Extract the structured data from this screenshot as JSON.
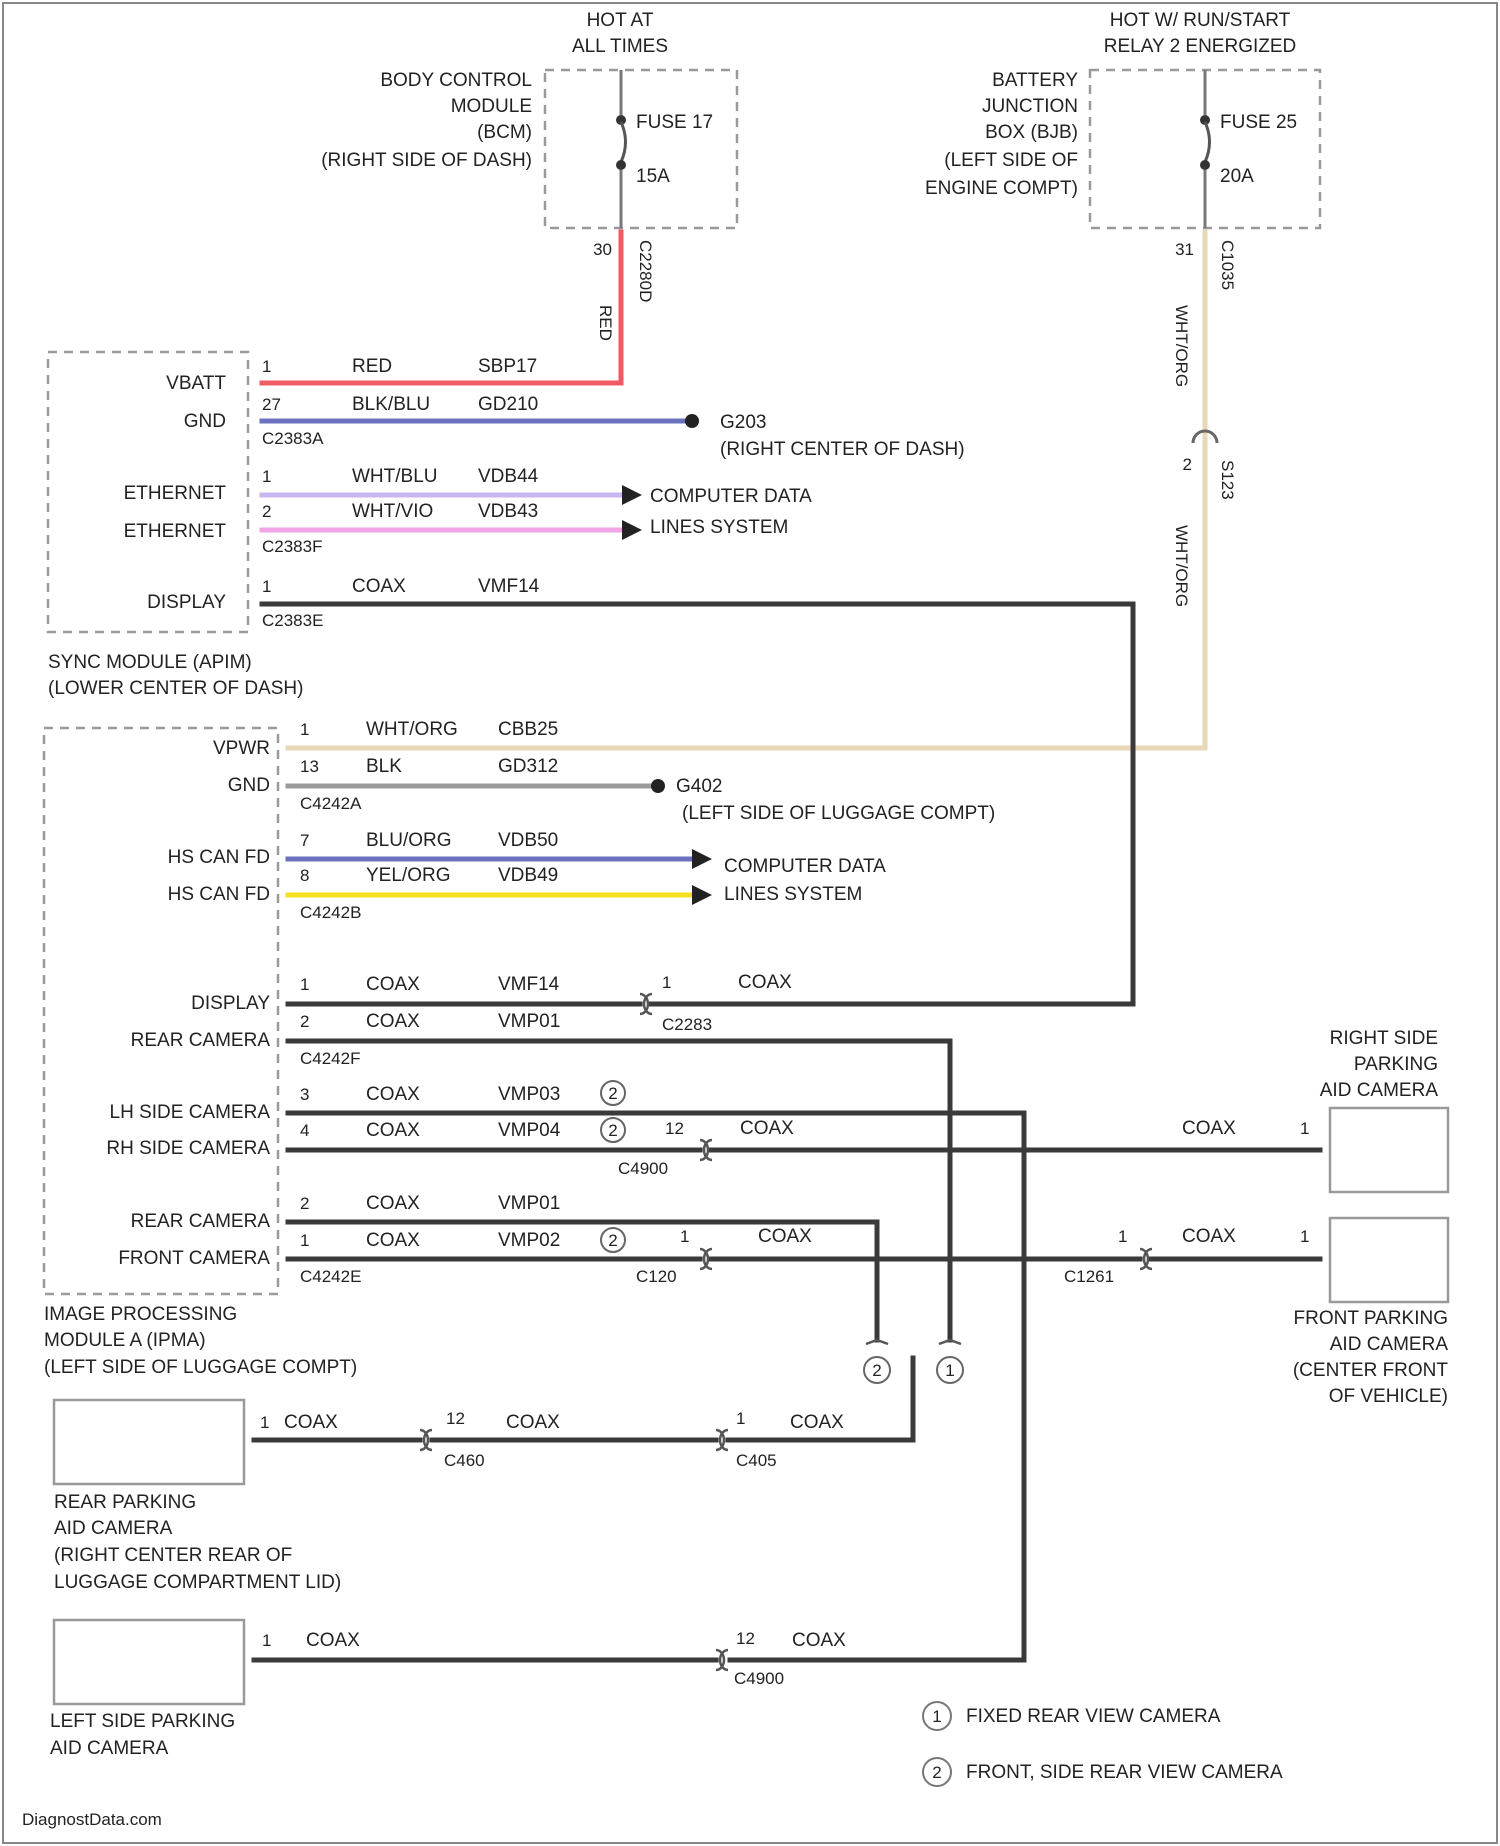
{
  "power": {
    "hot_at_all_times": [
      "HOT AT",
      "ALL TIMES"
    ],
    "hot_run_start": [
      "HOT W/ RUN/START",
      "RELAY 2 ENERGIZED"
    ],
    "bcm_label": [
      "BODY CONTROL",
      "MODULE",
      "(BCM)",
      "(RIGHT SIDE OF DASH)"
    ],
    "bjb_label": [
      "BATTERY",
      "JUNCTION",
      "BOX (BJB)",
      "(LEFT SIDE OF",
      "ENGINE COMPT)"
    ],
    "fuse17": {
      "name": "FUSE 17",
      "rating": "15A",
      "pin": "30",
      "connector": "C2280D",
      "color": "RED"
    },
    "fuse25": {
      "name": "FUSE 25",
      "rating": "20A",
      "pin": "31",
      "connector": "C1035",
      "color1": "WHT/ORG",
      "splice": "S123",
      "color2": "WHT/ORG"
    }
  },
  "sync": {
    "label": [
      "SYNC MODULE (APIM)",
      "(LOWER CENTER OF DASH)"
    ],
    "pins": [
      {
        "name": "VBATT",
        "pin": "1",
        "color": "RED",
        "circuit": "SBP17"
      },
      {
        "name": "GND",
        "pin": "27",
        "color": "BLK/BLU",
        "circuit": "GD210"
      },
      {
        "name": "ETHERNET",
        "pin": "1",
        "color": "WHT/BLU",
        "circuit": "VDB44"
      },
      {
        "name": "ETHERNET",
        "pin": "2",
        "color": "WHT/VIO",
        "circuit": "VDB43"
      },
      {
        "name": "DISPLAY",
        "pin": "1",
        "color": "COAX",
        "circuit": "VMF14"
      }
    ],
    "connectors": [
      "C2383A",
      "C2383F",
      "C2383E"
    ],
    "ground": {
      "name": "G203",
      "location": "(RIGHT CENTER OF DASH)"
    },
    "data_label": [
      "COMPUTER DATA",
      "LINES SYSTEM"
    ]
  },
  "ipma": {
    "label": [
      "IMAGE PROCESSING",
      "MODULE A (IPMA)",
      "(LEFT SIDE OF LUGGAGE COMPT)"
    ],
    "power_pins": [
      {
        "name": "VPWR",
        "pin": "1",
        "color": "WHT/ORG",
        "circuit": "CBB25"
      },
      {
        "name": "GND",
        "pin": "13",
        "color": "BLK",
        "circuit": "GD312"
      }
    ],
    "conn_a": "C4242A",
    "ground": {
      "name": "G402",
      "location": "(LEFT SIDE OF LUGGAGE COMPT)"
    },
    "can_pins": [
      {
        "name": "HS CAN FD",
        "pin": "7",
        "color": "BLU/ORG",
        "circuit": "VDB50"
      },
      {
        "name": "HS CAN FD",
        "pin": "8",
        "color": "YEL/ORG",
        "circuit": "VDB49"
      }
    ],
    "conn_b": "C4242B",
    "data_label": [
      "COMPUTER DATA",
      "LINES SYSTEM"
    ],
    "video_pins": [
      {
        "name": "DISPLAY",
        "pin": "1",
        "color": "COAX",
        "circuit": "VMF14",
        "note": ""
      },
      {
        "name": "REAR CAMERA",
        "pin": "2",
        "color": "COAX",
        "circuit": "VMP01",
        "note": ""
      },
      {
        "name": "LH SIDE CAMERA",
        "pin": "3",
        "color": "COAX",
        "circuit": "VMP03",
        "note": "2"
      },
      {
        "name": "RH SIDE CAMERA",
        "pin": "4",
        "color": "COAX",
        "circuit": "VMP04",
        "note": "2"
      },
      {
        "name": "REAR CAMERA",
        "pin": "2",
        "color": "COAX",
        "circuit": "VMP01",
        "note": ""
      },
      {
        "name": "FRONT CAMERA",
        "pin": "1",
        "color": "COAX",
        "circuit": "VMP02",
        "note": "2"
      }
    ],
    "conn_f": "C4242F",
    "conn_e": "C4242E"
  },
  "connectors": {
    "c2283": {
      "name": "C2283",
      "pin": "1",
      "color": "COAX"
    },
    "c4900": {
      "name": "C4900",
      "pin": "12",
      "color": "COAX"
    },
    "c120": {
      "name": "C120",
      "pin": "1",
      "color": "COAX"
    },
    "c1261": {
      "name": "C1261",
      "pin": "1",
      "color": "COAX"
    },
    "c460": {
      "name": "C460",
      "pin": "12",
      "color": "COAX"
    },
    "c405": {
      "name": "C405",
      "pin": "1",
      "color": "COAX"
    },
    "c4900b": {
      "name": "C4900",
      "pin": "12",
      "color": "COAX"
    }
  },
  "cameras": {
    "right": {
      "label": [
        "RIGHT SIDE",
        "PARKING",
        "AID CAMERA"
      ],
      "pin": "1",
      "color": "COAX"
    },
    "front": {
      "label": [
        "FRONT PARKING",
        "AID CAMERA",
        "(CENTER FRONT",
        "OF VEHICLE)"
      ],
      "pin": "1",
      "color": "COAX",
      "pin2": "1"
    },
    "rear": {
      "label": [
        "REAR PARKING",
        "AID CAMERA",
        "(RIGHT CENTER REAR OF",
        "LUGGAGE COMPARTMENT LID)"
      ],
      "pin": "1",
      "color": "COAX"
    },
    "left": {
      "label": [
        "LEFT SIDE PARKING",
        "AID CAMERA"
      ],
      "pin": "1",
      "color": "COAX"
    }
  },
  "legend": {
    "fixed": {
      "num": "1",
      "text": "FIXED REAR VIEW CAMERA"
    },
    "front_side": {
      "num": "2",
      "text": "FRONT, SIDE REAR VIEW CAMERA"
    }
  },
  "watermark": "DiagnostData.com",
  "colors": {
    "red": "#f05a64",
    "blue": "#6a72c0",
    "lilac": "#c9b6f0",
    "pink": "#f0a6e6",
    "tan": "#e8d8b8",
    "yellow": "#f5e020",
    "coax": "#3a3a3a",
    "gray": "#9a9a9a"
  }
}
